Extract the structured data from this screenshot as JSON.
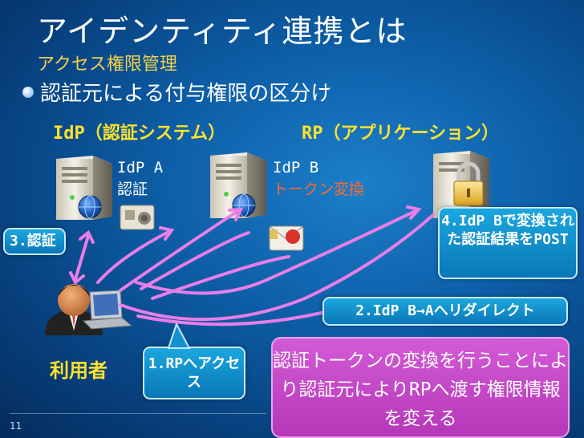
{
  "title": "アイデンティティ連携とは",
  "subtitle": "アクセス権限管理",
  "bullet": "認証元による付与権限の区分け",
  "idp_heading": "IdP（認証システム）",
  "rp_heading": "RP（アプリケーション）",
  "idp_a": {
    "name": "IdP A",
    "role": "認証"
  },
  "idp_b": {
    "name": "IdP B",
    "role": "トークン変換"
  },
  "callouts": {
    "auth": "3.認証",
    "post": "4.IdP Bで変換された認証結果をPOST",
    "redirect": "2.IdP B→Aへリダイレクト",
    "access": "1.RPへアクセス"
  },
  "user_label": "利用者",
  "note": "認証トークンの変換を行うことにより認証元によりRPへ渡す権限情報を変える",
  "page_number": "11",
  "colors": {
    "accent_yellow": "#ffe12e",
    "label_red": "#ff6a2e",
    "callout_blue": "#1591d0",
    "note_pink": "#c64bc9"
  }
}
